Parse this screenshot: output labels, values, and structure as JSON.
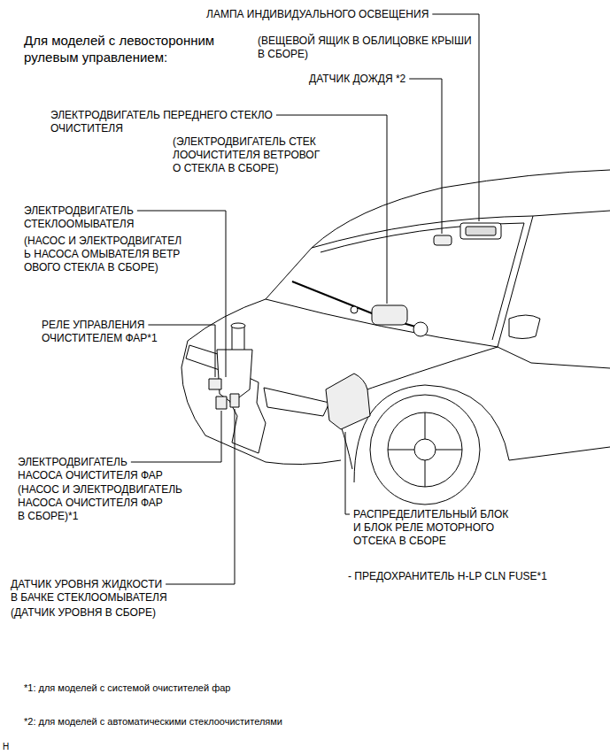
{
  "diagram": {
    "title": "Для моделей с левосторонним рулевым управлением:",
    "labels": [
      "ЛАМПА ИНДИВИДУАЛЬНОГО ОСВЕЩЕНИЯ",
      "(ВЕЩЕВОЙ ЯЩИК В ОБЛИЦОВКЕ КРЫШИ В СБОРЕ)",
      "ДАТЧИК ДОЖДЯ *2",
      "ЭЛЕКТРОДВИГАТЕЛЬ ПЕРЕДНЕГО СТЕКЛО ОЧИСТИТЕЛЯ",
      "(ЭЛЕКТРОДВИГАТЕЛЬ СТЕК ЛООЧИСТИТЕЛЯ ВЕТРОВОГ О СТЕКЛА В СБОРЕ)",
      "ЭЛЕКТРОДВИГАТЕЛЬ СТЕКЛООМЫВАТЕЛЯ",
      "(НАСОС И ЭЛЕКТРОДВИГАТЕЛ Ь НАСОСА ОМЫВАТЕЛЯ ВЕТР ОВОГО СТЕКЛА В СБОРЕ)",
      "РЕЛЕ УПРАВЛЕНИЯ ОЧИСТИТЕЛЕМ ФАР*1",
      "ЭЛЕКТРОДВИГАТЕЛЬ НАСОСА ОЧИСТИТЕЛЯ ФАР",
      "(НАСОС И ЭЛЕКТРОДВИГАТЕЛЬ НАСОСА ОЧИСТИТЕЛЯ ФАР В СБОРЕ)*1",
      "ДАТЧИК УРОВНЯ ЖИДКОСТИ В БАЧКЕ СТЕКЛООМЫВАТЕЛЯ",
      "(ДАТЧИК УРОВНЯ В СБОРЕ)",
      "РАСПРЕДЕЛИТЕЛЬНЫЙ БЛОК И БЛОК РЕЛЕ МОТОРНОГО ОТСЕКА В СБОРЕ",
      "- ПРЕДОХРАНИТЕЛЬ H-LP CLN FUSE*1",
      "*1: для моделей с системой очистителей фар",
      "*2: для моделей с автоматическими стеклоочистителями",
      "H"
    ]
  }
}
